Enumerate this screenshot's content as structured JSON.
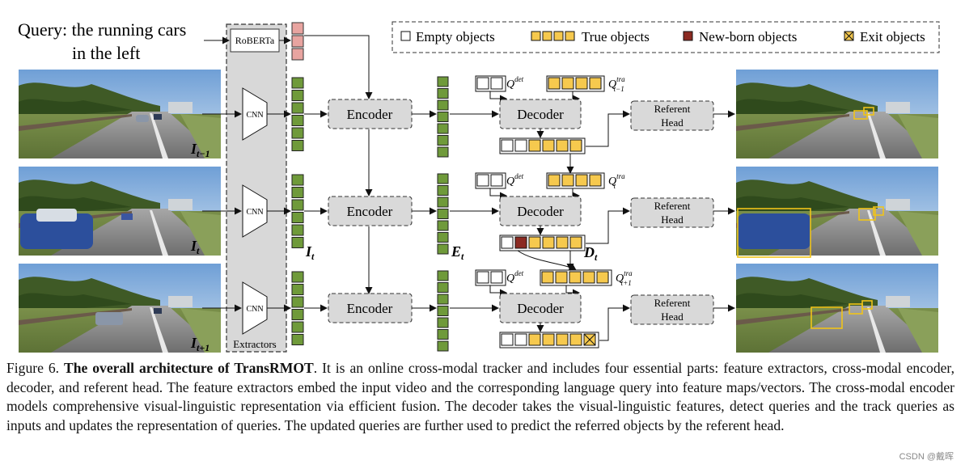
{
  "query": {
    "line1": "Query: the running cars",
    "line2": "in the left"
  },
  "legend": {
    "empty": "Empty objects",
    "true_obj": "True objects",
    "newborn": "New-born objects",
    "exit": "Exit objects"
  },
  "labels": {
    "roberta": "RoBERTa",
    "cnn": "CNN",
    "extractors": "Extractors",
    "encoder": "Encoder",
    "decoder": "Decoder",
    "referent_line1": "Referent",
    "referent_line2": "Head",
    "I_t": "I",
    "E_t": "E",
    "D_t": "D",
    "t_sub": "t"
  },
  "frames": [
    {
      "label_main": "I",
      "label_sub": "t−1"
    },
    {
      "label_main": "I",
      "label_sub": "t"
    },
    {
      "label_main": "I",
      "label_sub": "t+1"
    }
  ],
  "queries": {
    "det": "Q",
    "det_sup": "det",
    "tra": "Q",
    "tra_sup": "tra",
    "tra_sub": [
      "t−1",
      "t",
      "t+1"
    ]
  },
  "colors": {
    "green": "#6f9a3a",
    "yellow": "#f6c94e",
    "newborn": "#8b2a22",
    "pink": "#e8a4a0",
    "gray_box": "#d9d9d9",
    "panel": "#d8d8d8"
  },
  "caption": {
    "prefix": "Figure 6. ",
    "bold": "The overall architecture of TransRMOT",
    "body": ". It is an online cross-modal tracker and includes four essential parts: feature extractors, cross-modal encoder, decoder, and referent head. The feature extractors embed the input video and the corresponding language query into feature maps/vectors. The cross-modal encoder models comprehensive visual-linguistic representation via efficient fusion. The decoder takes the visual-linguistic features, detect queries and the track queries as inputs and updates the representation of queries. The updated queries are further used to predict the referred objects by the referent head."
  },
  "watermark": "CSDN @戴晖"
}
